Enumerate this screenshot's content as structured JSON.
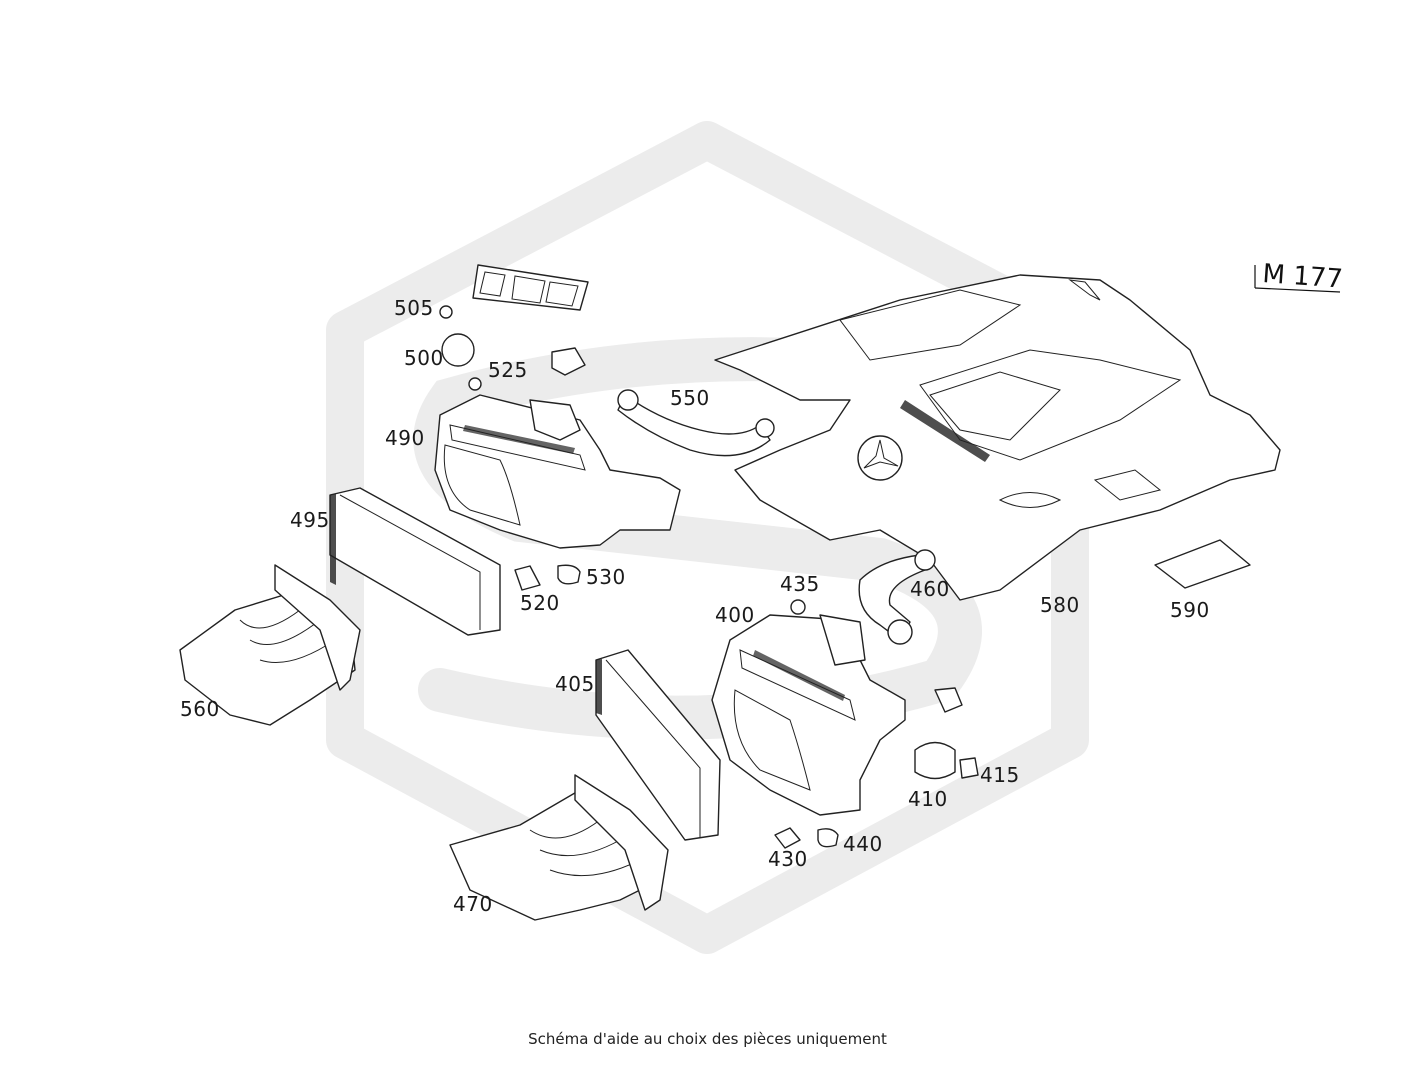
{
  "engine_code": "M 177",
  "caption": "Schéma d'aide au choix des pièces uniquement",
  "parts": [
    {
      "id": "505",
      "label": "505"
    },
    {
      "id": "500",
      "label": "500"
    },
    {
      "id": "525",
      "label": "525"
    },
    {
      "id": "550",
      "label": "550"
    },
    {
      "id": "490",
      "label": "490"
    },
    {
      "id": "495",
      "label": "495"
    },
    {
      "id": "520",
      "label": "520"
    },
    {
      "id": "530",
      "label": "530"
    },
    {
      "id": "560",
      "label": "560"
    },
    {
      "id": "435",
      "label": "435"
    },
    {
      "id": "400",
      "label": "400"
    },
    {
      "id": "460",
      "label": "460"
    },
    {
      "id": "580",
      "label": "580"
    },
    {
      "id": "590",
      "label": "590"
    },
    {
      "id": "405",
      "label": "405"
    },
    {
      "id": "410",
      "label": "410"
    },
    {
      "id": "415",
      "label": "415"
    },
    {
      "id": "430",
      "label": "430"
    },
    {
      "id": "440",
      "label": "440"
    },
    {
      "id": "470",
      "label": "470"
    }
  ],
  "colors": {
    "line": "#222222",
    "watermark": "#ececec",
    "background": "#ffffff"
  }
}
